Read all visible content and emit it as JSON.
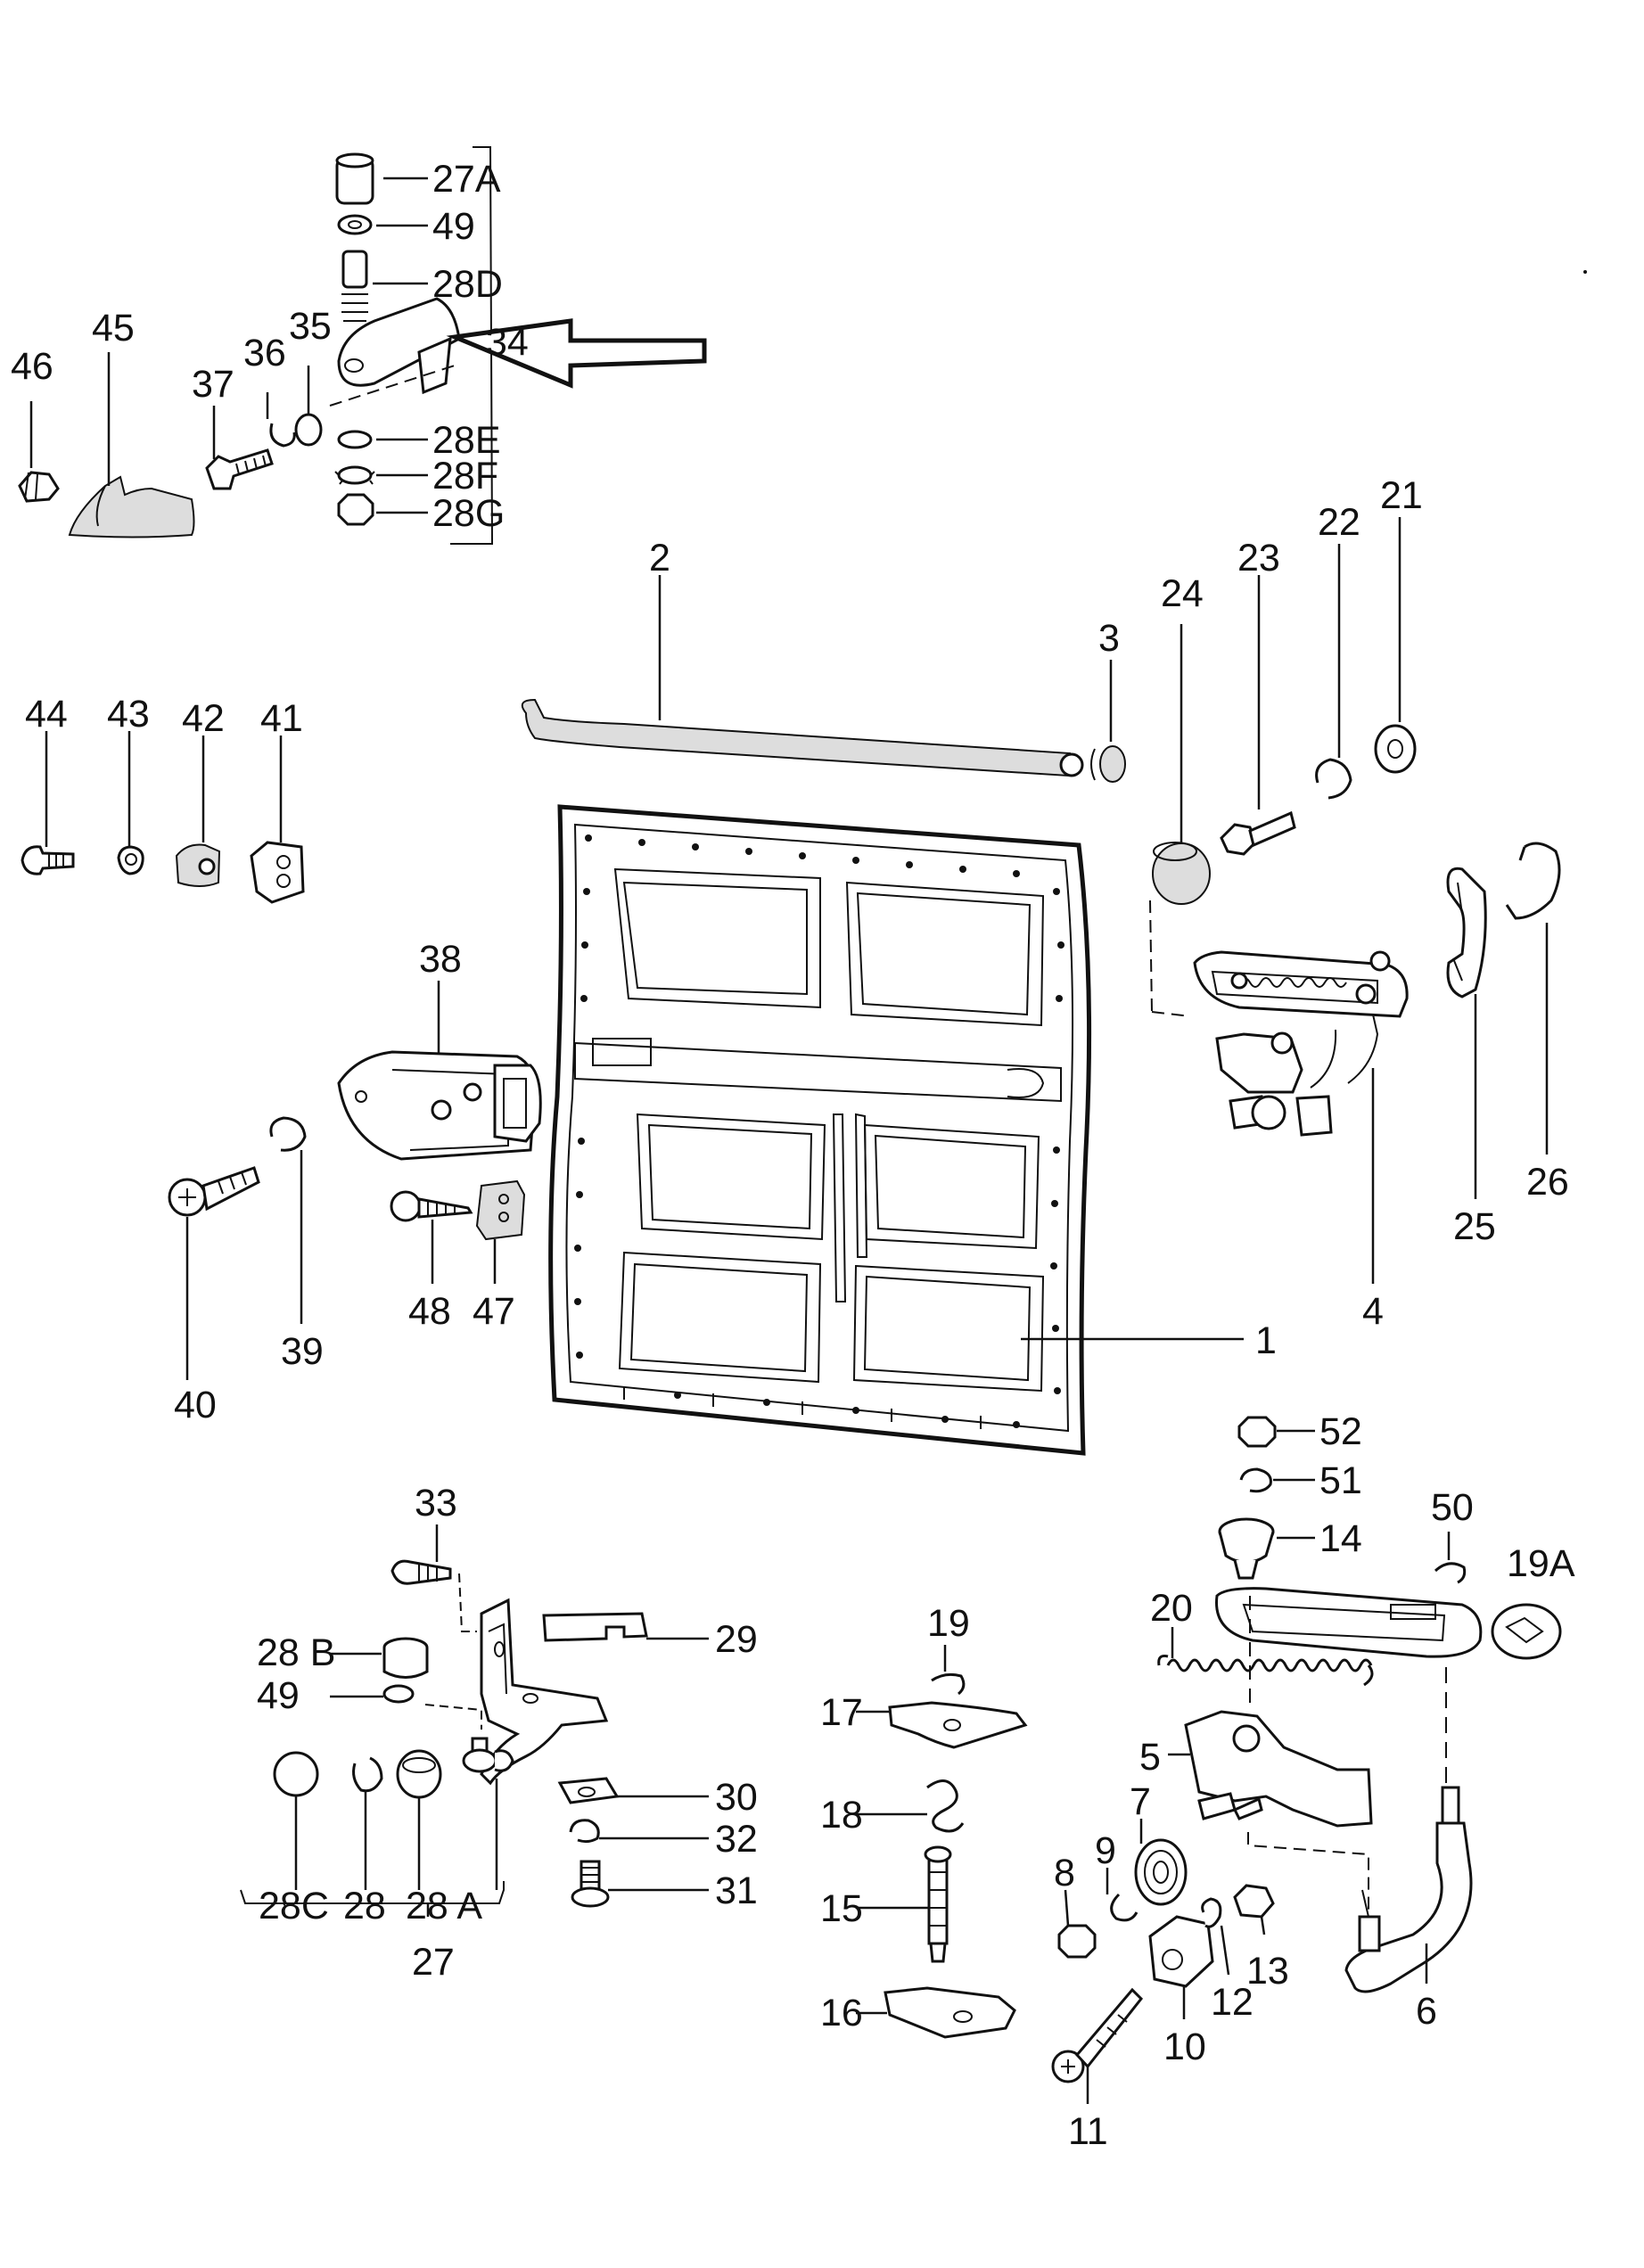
{
  "diagram": {
    "labels": {
      "p1": "1",
      "p2": "2",
      "p3": "3",
      "p4": "4",
      "p5": "5",
      "p6": "6",
      "p7": "7",
      "p8": "8",
      "p9": "9",
      "p10": "10",
      "p11": "11",
      "p12": "12",
      "p13": "13",
      "p14": "14",
      "p15": "15",
      "p16": "16",
      "p17": "17",
      "p18": "18",
      "p19": "19",
      "p19A": "19A",
      "p20": "20",
      "p21": "21",
      "p22": "22",
      "p23": "23",
      "p24": "24",
      "p25": "25",
      "p26": "26",
      "p27": "27",
      "p27A": "27A",
      "p28": "28",
      "p28A": "28 A",
      "p28B": "28 B",
      "p28C": "28C",
      "p28D": "28D",
      "p28E": "28E",
      "p28F": "28F",
      "p28G": "28G",
      "p29": "29",
      "p30": "30",
      "p31": "31",
      "p32": "32",
      "p33": "33",
      "p34": "34",
      "p35": "35",
      "p36": "36",
      "p37": "37",
      "p38": "38",
      "p39": "39",
      "p40": "40",
      "p41": "41",
      "p42": "42",
      "p43": "43",
      "p44": "44",
      "p45": "45",
      "p46": "46",
      "p47": "47",
      "p48": "48",
      "p49a": "49",
      "p49b": "49",
      "p50": "50",
      "p51": "51",
      "p52": "52"
    }
  }
}
